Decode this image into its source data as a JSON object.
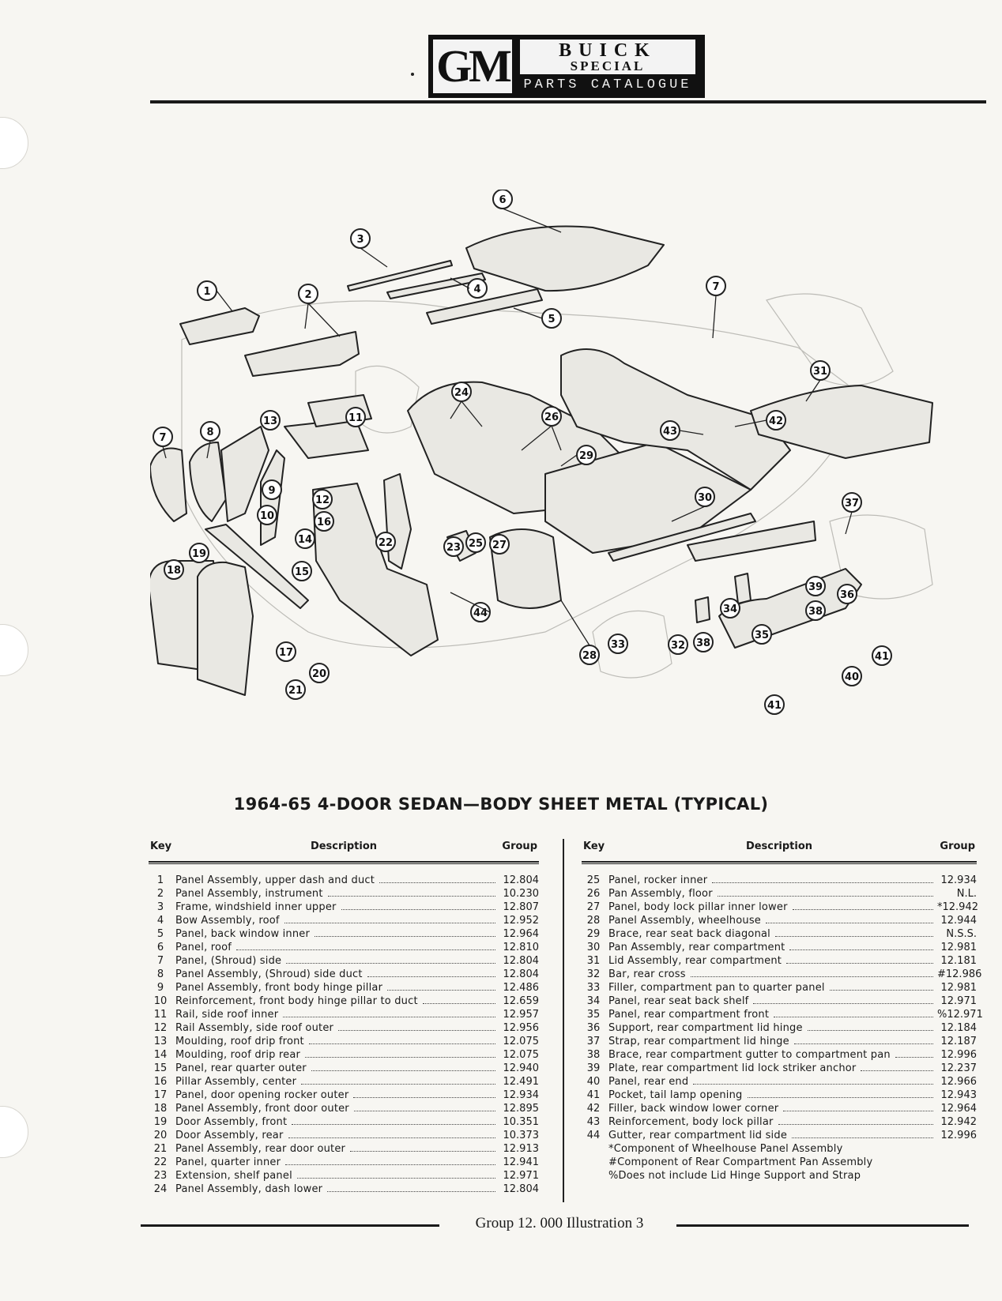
{
  "header": {
    "logo": "GM",
    "brand_line1": "BUICK",
    "brand_line2": "SPECIAL",
    "subtitle": "PARTS CATALOGUE"
  },
  "illustration": {
    "callouts": [
      "1",
      "2",
      "3",
      "4",
      "5",
      "6",
      "7",
      "7",
      "8",
      "9",
      "10",
      "11",
      "12",
      "13",
      "14",
      "15",
      "16",
      "17",
      "18",
      "19",
      "20",
      "21",
      "22",
      "23",
      "24",
      "25",
      "26",
      "27",
      "28",
      "29",
      "30",
      "31",
      "32",
      "33",
      "34",
      "35",
      "36",
      "37",
      "38",
      "38",
      "39",
      "40",
      "41",
      "41",
      "42",
      "43",
      "44"
    ]
  },
  "title": "1964-65 4-DOOR SEDAN—BODY SHEET METAL (TYPICAL)",
  "table": {
    "col_key": "Key",
    "col_desc": "Description",
    "col_group": "Group",
    "left_rows": [
      {
        "key": "1",
        "desc": "Panel Assembly, upper dash and duct",
        "group": "12.804"
      },
      {
        "key": "2",
        "desc": "Panel Assembly, instrument",
        "group": "10.230"
      },
      {
        "key": "3",
        "desc": "Frame, windshield inner upper",
        "group": "12.807"
      },
      {
        "key": "4",
        "desc": "Bow Assembly, roof",
        "group": "12.952"
      },
      {
        "key": "5",
        "desc": "Panel, back window inner",
        "group": "12.964"
      },
      {
        "key": "6",
        "desc": "Panel, roof",
        "group": "12.810"
      },
      {
        "key": "7",
        "desc": "Panel, (Shroud) side",
        "group": "12.804"
      },
      {
        "key": "8",
        "desc": "Panel Assembly, (Shroud) side duct",
        "group": "12.804"
      },
      {
        "key": "9",
        "desc": "Panel Assembly, front body hinge pillar",
        "group": "12.486"
      },
      {
        "key": "10",
        "desc": "Reinforcement, front body hinge pillar to duct",
        "group": "12.659"
      },
      {
        "key": "11",
        "desc": "Rail, side roof inner",
        "group": "12.957"
      },
      {
        "key": "12",
        "desc": "Rail Assembly, side roof outer",
        "group": "12.956"
      },
      {
        "key": "13",
        "desc": "Moulding, roof drip front",
        "group": "12.075"
      },
      {
        "key": "14",
        "desc": "Moulding, roof drip rear",
        "group": "12.075"
      },
      {
        "key": "15",
        "desc": "Panel, rear quarter outer",
        "group": "12.940"
      },
      {
        "key": "16",
        "desc": "Pillar Assembly, center",
        "group": "12.491"
      },
      {
        "key": "17",
        "desc": "Panel, door opening rocker outer",
        "group": "12.934"
      },
      {
        "key": "18",
        "desc": "Panel Assembly, front door outer",
        "group": "12.895"
      },
      {
        "key": "19",
        "desc": "Door Assembly, front",
        "group": "10.351"
      },
      {
        "key": "20",
        "desc": "Door Assembly, rear",
        "group": "10.373"
      },
      {
        "key": "21",
        "desc": "Panel Assembly, rear door outer",
        "group": "12.913"
      },
      {
        "key": "22",
        "desc": "Panel, quarter inner",
        "group": "12.941"
      },
      {
        "key": "23",
        "desc": "Extension, shelf panel",
        "group": "12.971"
      },
      {
        "key": "24",
        "desc": "Panel Assembly, dash lower",
        "group": "12.804"
      }
    ],
    "right_rows": [
      {
        "key": "25",
        "desc": "Panel, rocker inner",
        "group": "12.934"
      },
      {
        "key": "26",
        "desc": "Pan Assembly, floor",
        "group": "N.L."
      },
      {
        "key": "27",
        "desc": "Panel, body lock pillar inner lower",
        "group": "*12.942"
      },
      {
        "key": "28",
        "desc": "Panel Assembly, wheelhouse",
        "group": "12.944"
      },
      {
        "key": "29",
        "desc": "Brace, rear seat back diagonal",
        "group": "N.S.S."
      },
      {
        "key": "30",
        "desc": "Pan Assembly, rear compartment",
        "group": "12.981"
      },
      {
        "key": "31",
        "desc": "Lid Assembly, rear compartment",
        "group": "12.181"
      },
      {
        "key": "32",
        "desc": "Bar, rear cross",
        "group": "#12.986"
      },
      {
        "key": "33",
        "desc": "Filler, compartment pan to quarter panel",
        "group": "12.981"
      },
      {
        "key": "34",
        "desc": "Panel, rear seat back shelf",
        "group": "12.971"
      },
      {
        "key": "35",
        "desc": "Panel, rear compartment front",
        "group": "%12.971"
      },
      {
        "key": "36",
        "desc": "Support, rear compartment lid hinge",
        "group": "12.184"
      },
      {
        "key": "37",
        "desc": "Strap, rear compartment lid hinge",
        "group": "12.187"
      },
      {
        "key": "38",
        "desc": "Brace, rear compartment gutter to compartment pan",
        "group": "12.996"
      },
      {
        "key": "39",
        "desc": "Plate, rear compartment lid lock striker anchor",
        "group": "12.237"
      },
      {
        "key": "40",
        "desc": "Panel, rear end",
        "group": "12.966"
      },
      {
        "key": "41",
        "desc": "Pocket, tail lamp opening",
        "group": "12.943"
      },
      {
        "key": "42",
        "desc": "Filler, back window lower corner",
        "group": "12.964"
      },
      {
        "key": "43",
        "desc": "Reinforcement, body lock pillar",
        "group": "12.942"
      },
      {
        "key": "44",
        "desc": "Gutter, rear compartment lid side",
        "group": "12.996"
      }
    ],
    "notes": [
      "*Component of Wheelhouse Panel Assembly",
      "#Component of Rear Compartment Pan Assembly",
      "%Does not include Lid Hinge Support and Strap"
    ]
  },
  "footer": "Group 12. 000 Illustration 3"
}
